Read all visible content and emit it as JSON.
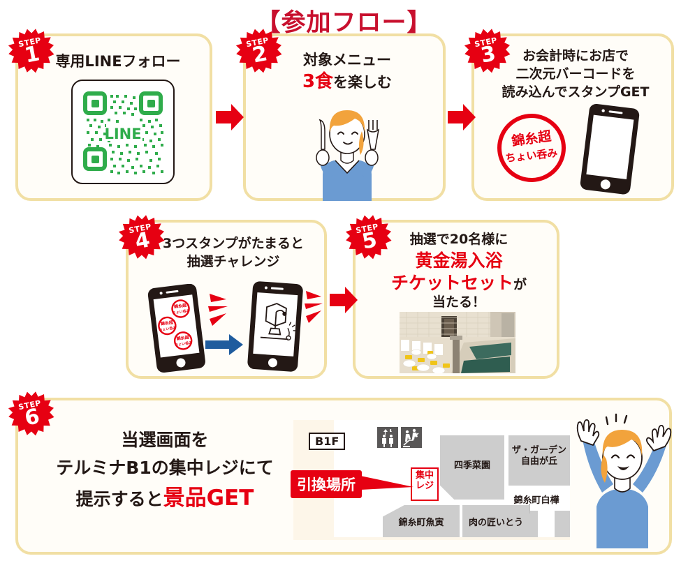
{
  "title": "【参加フロー】",
  "steps": [
    {
      "badge_step": "STEP",
      "badge_num": "1",
      "heading": "専用LINEフォロー",
      "qr_label": "LINE",
      "icon": "line-qr-code"
    },
    {
      "badge_step": "STEP",
      "badge_num": "2",
      "heading_line1": "対象メニュー",
      "heading_line2_red": "3食",
      "heading_line2_rest": "を楽しむ",
      "icon": "woman-with-fork-and-knife"
    },
    {
      "badge_step": "STEP",
      "badge_num": "3",
      "heading_line1": "お会計時にお店で",
      "heading_line2": "二次元バーコードを",
      "heading_line3": "読み込んでスタンプGET",
      "stamp_text_line1": "錦糸超",
      "stamp_text_line2": "ちょい呑み",
      "icon": "smartphone-with-stamp"
    },
    {
      "badge_step": "STEP",
      "badge_num": "4",
      "heading_line1": "3つスタンプがたまると",
      "heading_line2": "抽選チャレンジ",
      "icon": "two-smartphones-lottery"
    },
    {
      "badge_step": "STEP",
      "badge_num": "5",
      "heading_line1": "抽選で20名様に",
      "heading_line2_red": "黄金湯入浴",
      "heading_line3_red": "チケットセット",
      "heading_line3_rest": "が",
      "heading_line4": "当たる！",
      "icon": "public-bath-photo"
    },
    {
      "badge_step": "STEP",
      "badge_num": "6",
      "heading_line1": "当選画面を",
      "heading_line2": "テルミナB1の集中レジにて",
      "heading_line3_black": "提示すると",
      "heading_line3_red": "景品GET",
      "icon": "cheering-woman"
    }
  ],
  "map": {
    "floor_label": "B1F",
    "callout_label": "引換場所",
    "register_label_line1": "集中",
    "register_label_line2": "レジ",
    "elevator_icon": "elevator-icon",
    "escalator_icon": "escalator-icon",
    "shops": [
      {
        "name": "四季菜園"
      },
      {
        "name": "ザ・ガーデン\n自由が丘"
      },
      {
        "name": "錦糸町白樺"
      },
      {
        "name": "錦糸町魚寅"
      },
      {
        "name": "肉の匠いとう"
      }
    ]
  },
  "colors": {
    "red": "#e60012",
    "title_red": "#c8102e",
    "card_border": "#f1dfa4",
    "blue_arrow": "#1f5c9e",
    "line_green": "#2fac4b",
    "shirt_blue": "#6b9bd2",
    "hair_orange": "#f2a33c",
    "map_bg": "#fdf6e9",
    "shop_gray": "#cdcdcd"
  }
}
